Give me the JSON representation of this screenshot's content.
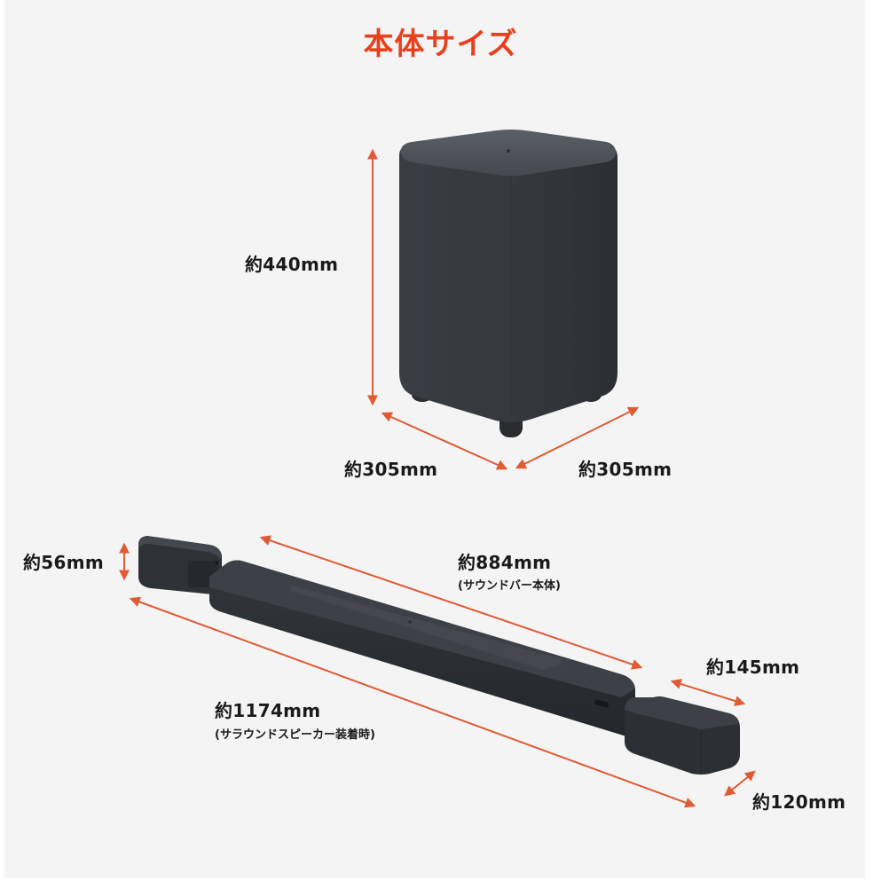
{
  "title": "本体サイズ",
  "colors": {
    "accent": "#e8401c",
    "arrow": "#e05a35",
    "background": "#f4f4f4",
    "product": "#2e3136",
    "text": "#1a1a1a"
  },
  "subwoofer": {
    "name": "subwoofer",
    "height_label": "約440mm",
    "depth_label": "約305mm",
    "width_label": "約305mm"
  },
  "soundbar": {
    "body_length_label": "約884mm",
    "body_length_note": "(サウンドバー本体)",
    "total_length_label": "約1174mm",
    "total_length_note": "(サラウンドスピーカー装着時)",
    "height_label": "約56mm",
    "surround_length_label": "約145mm",
    "surround_depth_label": "約120mm"
  }
}
